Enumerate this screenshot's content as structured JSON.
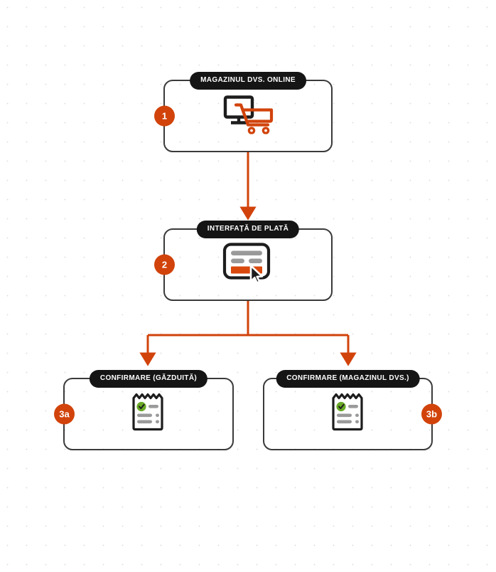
{
  "diagram": {
    "title_present": false,
    "background": "#ffffff",
    "grid_dot_color": "#e2e2e2",
    "accent_color": "#d1430b",
    "box_border_color": "#3a3a3a",
    "label_bg_color": "#151515",
    "label_text_color": "#ffffff",
    "check_color": "#6aaa27"
  },
  "nodes": [
    {
      "id": "node-1",
      "label": "MAGAZINUL DVS. ONLINE",
      "badge": "1",
      "badge_side": "left",
      "icon": "monitor-cart-icon"
    },
    {
      "id": "node-2",
      "label": "INTERFAȚĂ DE PLATĂ",
      "badge": "2",
      "badge_side": "left",
      "icon": "payment-form-cursor-icon"
    },
    {
      "id": "node-3a",
      "label": "CONFIRMARE (GĂZDUITĂ)",
      "badge": "3a",
      "badge_side": "left",
      "icon": "receipt-check-icon"
    },
    {
      "id": "node-3b",
      "label": "CONFIRMARE (MAGAZINUL DVS.)",
      "badge": "3b",
      "badge_side": "right",
      "icon": "receipt-check-icon"
    }
  ],
  "connectors": [
    {
      "id": "edge-1-to-2",
      "from": "node-1",
      "to": "node-2",
      "style": "straight-arrow-down"
    },
    {
      "id": "edge-2-to-3a",
      "from": "node-2",
      "to": "node-3a",
      "style": "elbow-arrow-down-left"
    },
    {
      "id": "edge-2-to-3b",
      "from": "node-2",
      "to": "node-3b",
      "style": "elbow-arrow-down-right"
    }
  ]
}
